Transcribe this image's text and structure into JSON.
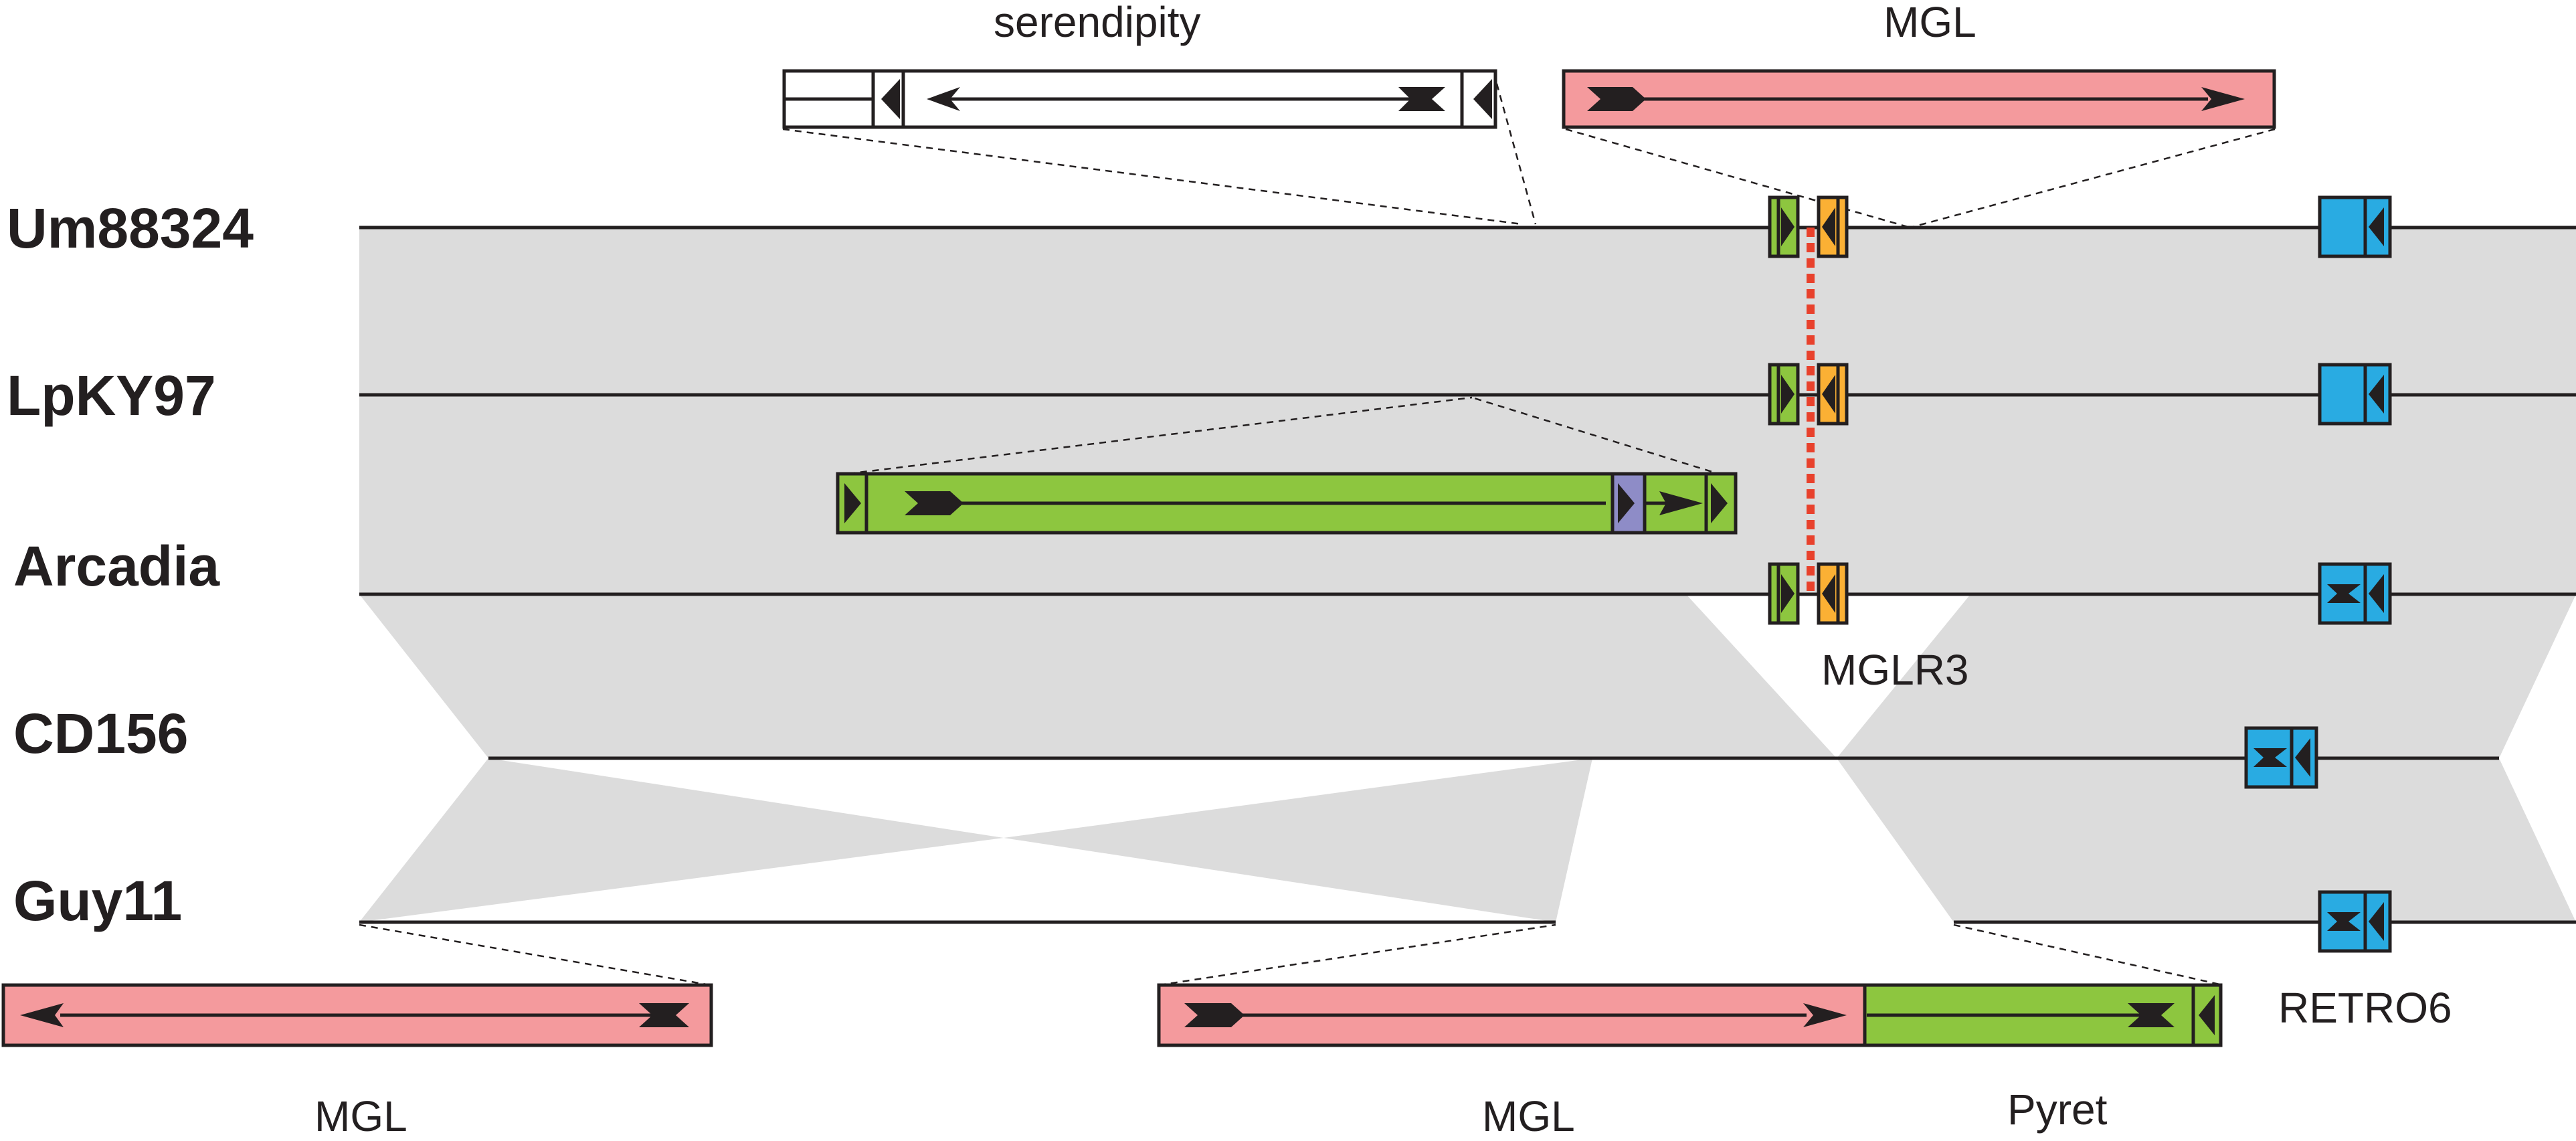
{
  "strains": [
    "Um88324",
    "LpKY97",
    "Arcadia",
    "CD156",
    "Guy11"
  ],
  "labels": {
    "serendipity": "serendipity",
    "mgl_top": "MGL",
    "mglr3": "MGLR3",
    "retro6": "RETRO6",
    "mgl_bottom_left": "MGL",
    "mgl_bottom_mid": "MGL",
    "pyret": "Pyret"
  },
  "colors": {
    "mgl": "#f49a9d",
    "pyret": "#8dc63f",
    "serendipity": "#ffffff",
    "mglr3_left": "#8dc63f",
    "mglr3_right": "#fbb034",
    "retro6": "#29abe2",
    "purple_segment": "#8e8cc7",
    "synteny_shade": "#dcdcdc",
    "mglr3_link": "#e8412c"
  }
}
